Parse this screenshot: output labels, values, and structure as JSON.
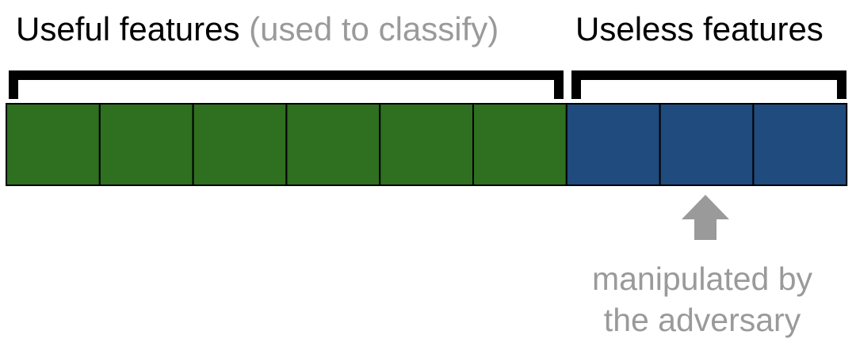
{
  "labels": {
    "useful_main": "Useful features",
    "useful_sub": "(used to classify)",
    "useless": "Useless features",
    "annotation_line1": "manipulated by",
    "annotation_line2": "the adversary"
  },
  "features": {
    "useful_count": 6,
    "useless_count": 3
  },
  "colors": {
    "useful": "#2e6f20",
    "useless": "#1f4b7e",
    "annotation": "#9a9a9a",
    "bracket": "#000000"
  },
  "icons": {
    "pointer": "up-arrow-icon"
  }
}
